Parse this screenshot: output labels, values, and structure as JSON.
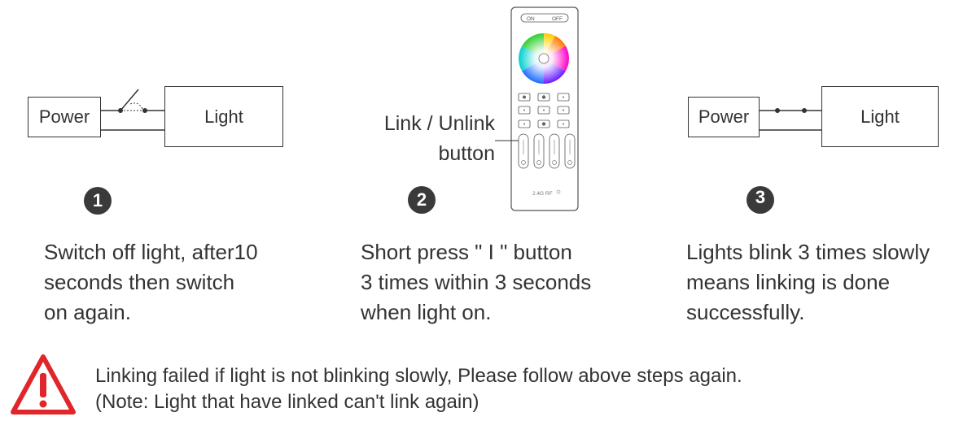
{
  "steps": [
    {
      "number": "1",
      "power_label": "Power",
      "light_label": "Light",
      "description": [
        "Switch off light, after10",
        "seconds then switch",
        "on again."
      ]
    },
    {
      "number": "2",
      "button_label": [
        "Link / Unlink",
        "button"
      ],
      "description": [
        "Short press \" I \" button",
        "3 times within 3 seconds",
        "when light on."
      ]
    },
    {
      "number": "3",
      "power_label": "Power",
      "light_label": "Light",
      "description": [
        "Lights blink 3 times slowly",
        "means linking is done",
        "successfully."
      ]
    }
  ],
  "remote": {
    "on_label": "ON",
    "off_label": "OFF",
    "rf_label": "2.4G RF"
  },
  "warning": {
    "icon": "warning-triangle-icon",
    "color": "#e0262b",
    "lines": [
      "Linking failed if light is not blinking slowly, Please follow above steps again.",
      "(Note: Light that have linked can't link again)"
    ]
  }
}
